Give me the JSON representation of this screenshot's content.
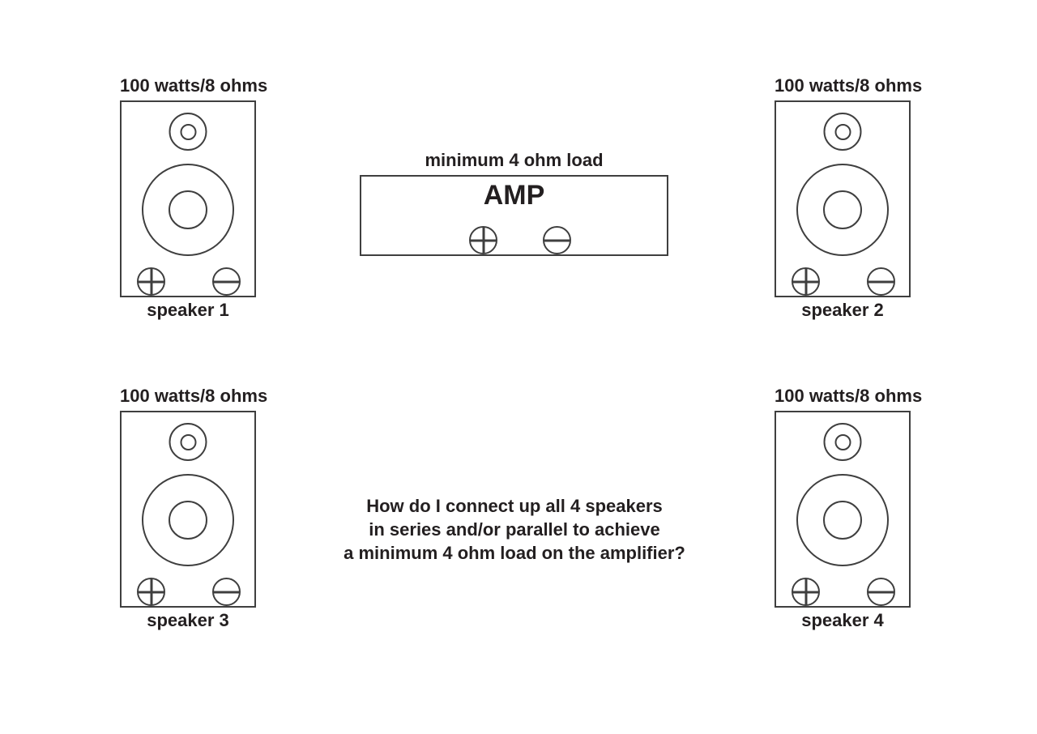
{
  "page": {
    "background": "#ffffff",
    "ink": "#231f20",
    "stroke": "#3f3f3f"
  },
  "amp": {
    "load_label": "minimum 4 ohm load",
    "name": "AMP",
    "terminals": {
      "positive_icon": "circled-plus",
      "negative_icon": "circled-minus"
    }
  },
  "speakers": [
    {
      "rating": "100 watts/8 ohms",
      "caption": "speaker 1"
    },
    {
      "rating": "100 watts/8 ohms",
      "caption": "speaker 2"
    },
    {
      "rating": "100 watts/8 ohms",
      "caption": "speaker 3"
    },
    {
      "rating": "100 watts/8 ohms",
      "caption": "speaker 4"
    }
  ],
  "question": {
    "lines": [
      "How do I connect up all 4 speakers",
      "in series and/or parallel to achieve",
      "a minimum 4 ohm load on the amplifier?"
    ]
  }
}
